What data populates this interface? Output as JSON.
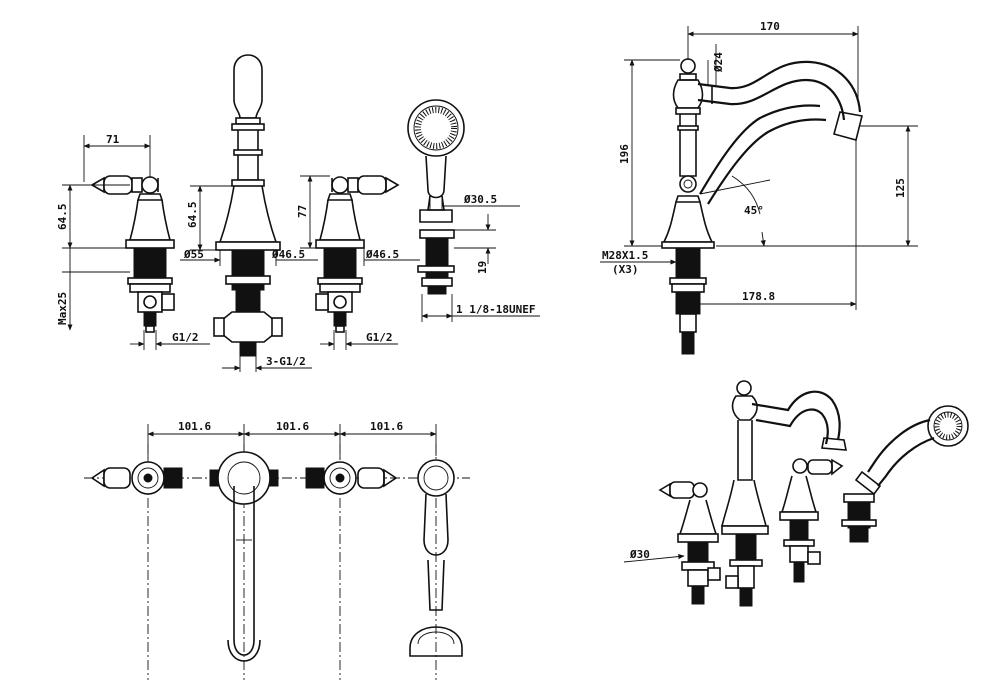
{
  "views": {
    "front": {
      "dims": {
        "d71": "71",
        "d64a": "64.5",
        "dmax25": "Max25",
        "dg12a": "G1/2",
        "d64b": "64.5",
        "d55": "Ø55",
        "d465a": "Ø46.5",
        "d3g12": "3-G1/2",
        "d77": "77",
        "d465b": "Ø46.5",
        "dg12b": "G1/2",
        "d305": "Ø30.5",
        "d19": "19",
        "dthread": "1 1/8-18UNEF"
      }
    },
    "side": {
      "dims": {
        "d170": "170",
        "d24": "Ø24",
        "d196": "196",
        "d125": "125",
        "d45": "45°",
        "dm28": "M28X1.5",
        "dx3": "(X3)",
        "d1788": "178.8"
      }
    },
    "top": {
      "dims": {
        "s1": "101.6",
        "s2": "101.6",
        "s3": "101.6"
      }
    },
    "iso": {
      "dims": {
        "d30": "Ø30"
      }
    }
  }
}
